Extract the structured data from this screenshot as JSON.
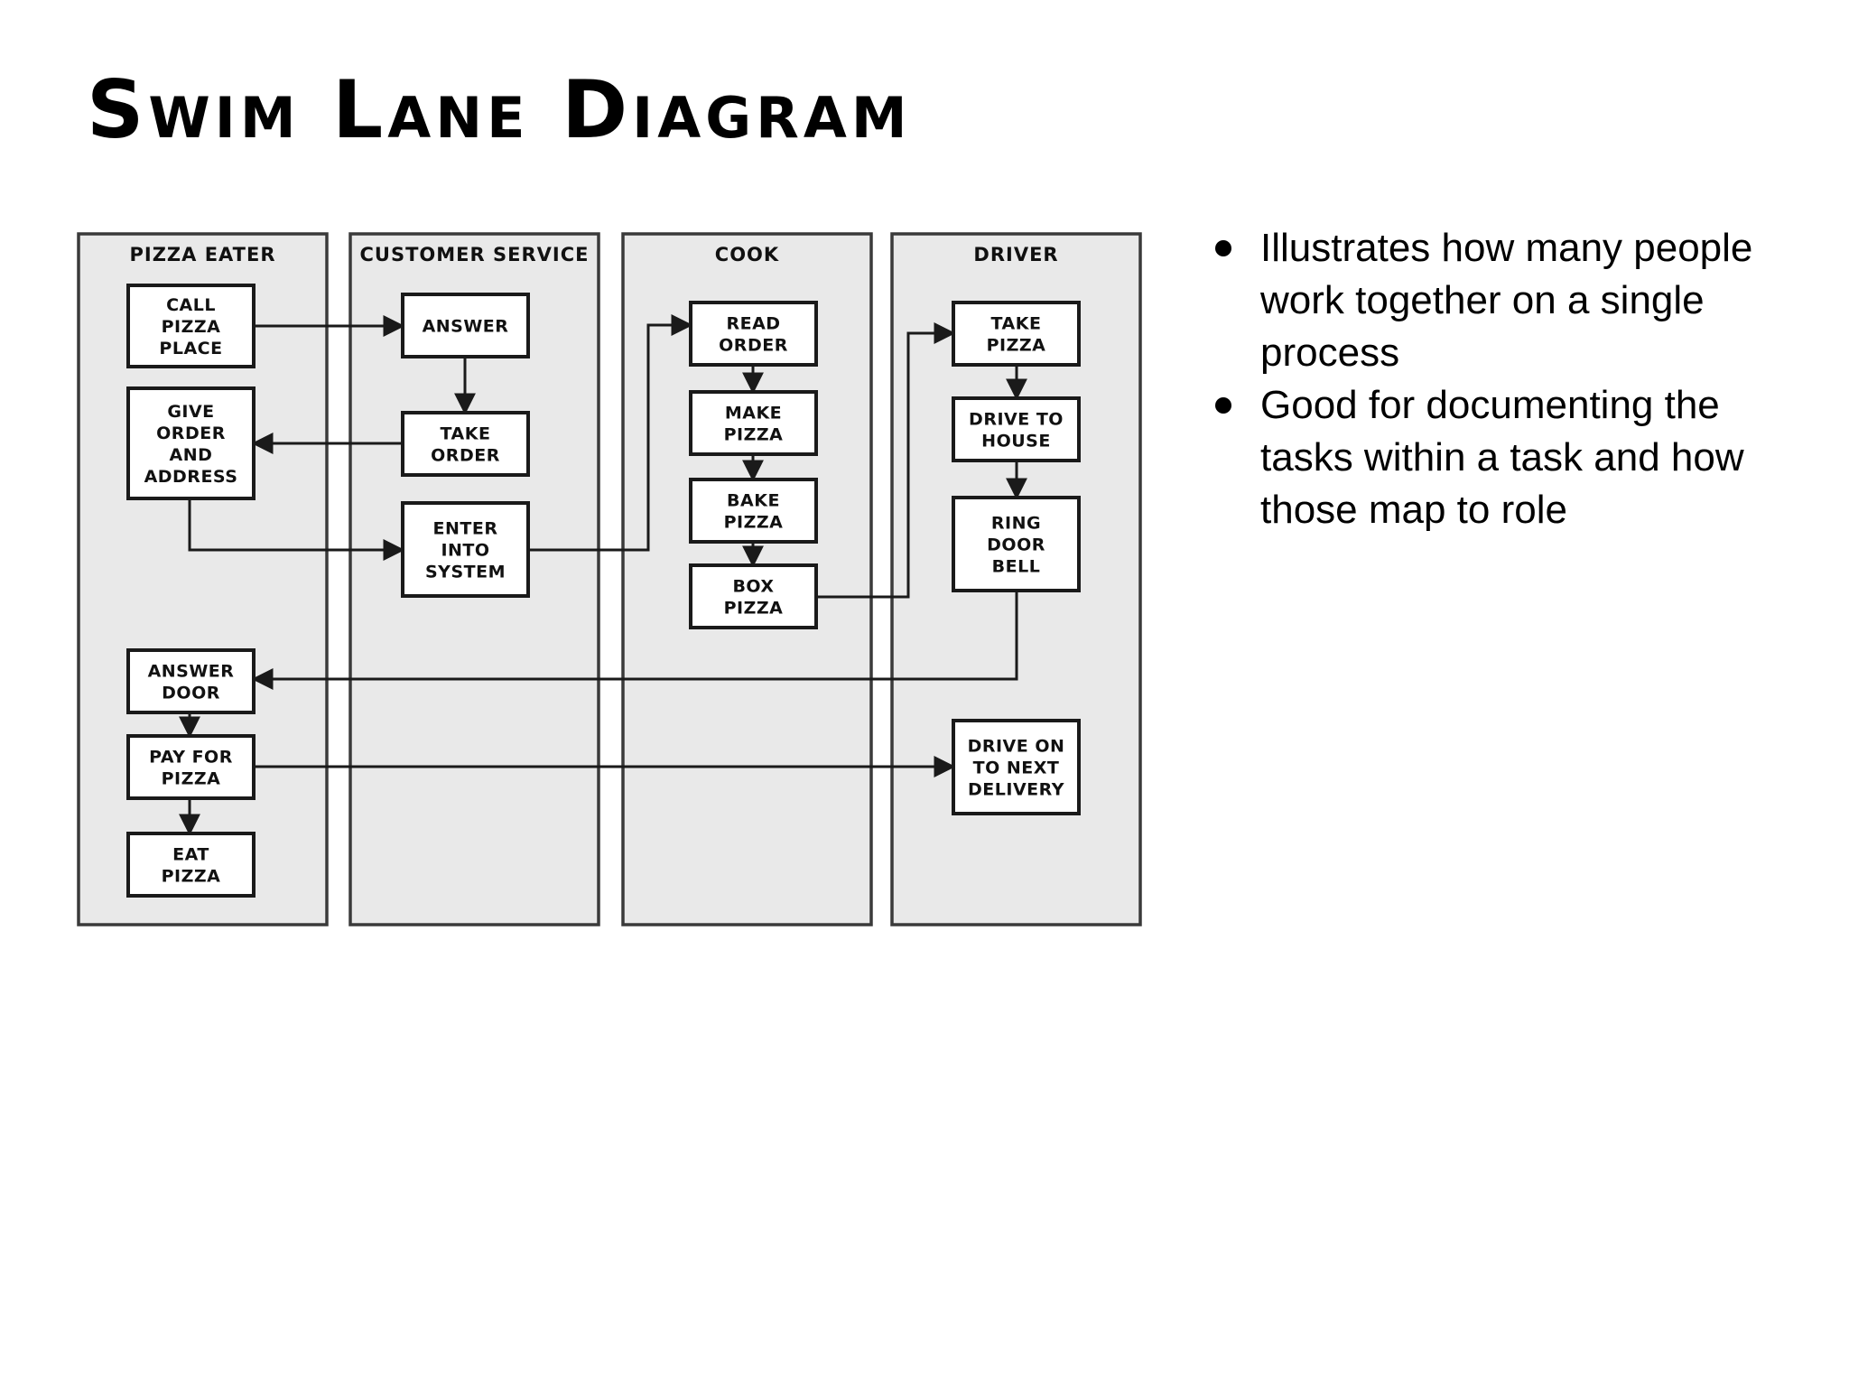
{
  "title": "Swim Lane Diagram",
  "diagram": {
    "lanes": [
      {
        "id": "pizza-eater",
        "title": "PIZZA EATER"
      },
      {
        "id": "customer-service",
        "title": "CUSTOMER SERVICE"
      },
      {
        "id": "cook",
        "title": "COOK"
      },
      {
        "id": "driver",
        "title": "DRIVER"
      }
    ],
    "steps": [
      {
        "id": "call",
        "lane": "pizza-eater",
        "lines": [
          "CALL",
          "PIZZA",
          "PLACE"
        ]
      },
      {
        "id": "give",
        "lane": "pizza-eater",
        "lines": [
          "GIVE",
          "ORDER",
          "AND",
          "ADDRESS"
        ]
      },
      {
        "id": "answerdoor",
        "lane": "pizza-eater",
        "lines": [
          "ANSWER",
          "DOOR"
        ]
      },
      {
        "id": "pay",
        "lane": "pizza-eater",
        "lines": [
          "PAY FOR",
          "PIZZA"
        ]
      },
      {
        "id": "eat",
        "lane": "pizza-eater",
        "lines": [
          "EAT",
          "PIZZA"
        ]
      },
      {
        "id": "answer",
        "lane": "customer-service",
        "lines": [
          "ANSWER"
        ]
      },
      {
        "id": "take",
        "lane": "customer-service",
        "lines": [
          "TAKE",
          "ORDER"
        ]
      },
      {
        "id": "enter",
        "lane": "customer-service",
        "lines": [
          "ENTER",
          "INTO",
          "SYSTEM"
        ]
      },
      {
        "id": "read",
        "lane": "cook",
        "lines": [
          "READ",
          "ORDER"
        ]
      },
      {
        "id": "make",
        "lane": "cook",
        "lines": [
          "MAKE",
          "PIZZA"
        ]
      },
      {
        "id": "bake",
        "lane": "cook",
        "lines": [
          "BAKE",
          "PIZZA"
        ]
      },
      {
        "id": "box",
        "lane": "cook",
        "lines": [
          "BOX",
          "PIZZA"
        ]
      },
      {
        "id": "takepizza",
        "lane": "driver",
        "lines": [
          "TAKE",
          "PIZZA"
        ]
      },
      {
        "id": "drive",
        "lane": "driver",
        "lines": [
          "DRIVE TO",
          "HOUSE"
        ]
      },
      {
        "id": "ring",
        "lane": "driver",
        "lines": [
          "RING",
          "DOOR",
          "BELL"
        ]
      },
      {
        "id": "driveon",
        "lane": "driver",
        "lines": [
          "DRIVE ON",
          "TO NEXT",
          "DELIVERY"
        ]
      }
    ],
    "connections": [
      {
        "from": "call",
        "to": "answer"
      },
      {
        "from": "answer",
        "to": "take"
      },
      {
        "from": "take",
        "to": "give"
      },
      {
        "from": "give",
        "to": "enter"
      },
      {
        "from": "enter",
        "to": "read"
      },
      {
        "from": "read",
        "to": "make"
      },
      {
        "from": "make",
        "to": "bake"
      },
      {
        "from": "bake",
        "to": "box"
      },
      {
        "from": "box",
        "to": "takepizza"
      },
      {
        "from": "takepizza",
        "to": "drive"
      },
      {
        "from": "drive",
        "to": "ring"
      },
      {
        "from": "ring",
        "to": "answerdoor"
      },
      {
        "from": "answerdoor",
        "to": "pay"
      },
      {
        "from": "pay",
        "to": "eat"
      },
      {
        "from": "pay",
        "to": "driveon"
      }
    ]
  },
  "bullets": [
    "Illustrates how many people work together on a single process",
    "Good for documenting the tasks within a task and how those map to role"
  ]
}
